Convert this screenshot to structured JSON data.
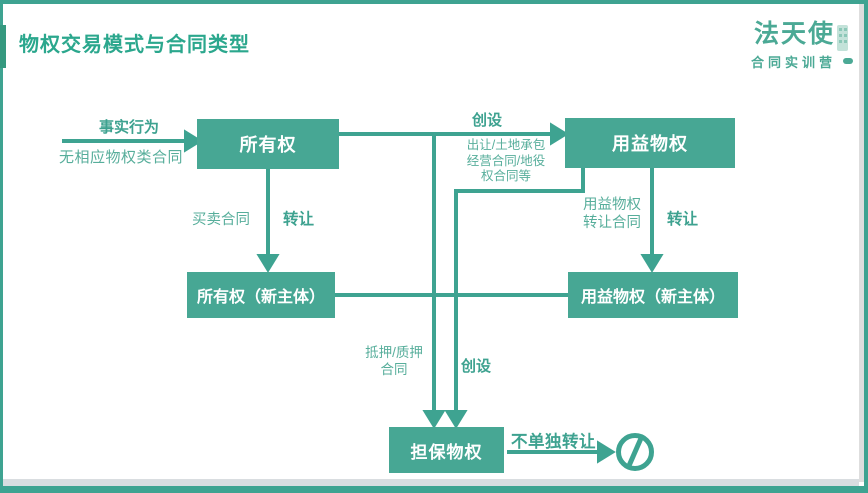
{
  "header": {
    "title": "物权交易模式与合同类型",
    "brand_name": "法天使",
    "brand_subtitle": "合同实训营"
  },
  "colors": {
    "accent": "#3EA391",
    "node_fill": "#47A794",
    "label_light": "#57AE9B",
    "frame_shadow": "#D9DDE0"
  },
  "diagram": {
    "nodes": {
      "ownership": "所有权",
      "usufruct": "用益物权",
      "ownership_new": "所有权（新主体）",
      "usufruct_new": "用益物权（新主体）",
      "security": "担保物权"
    },
    "labels": {
      "fact_act": "事实行为",
      "no_property_contract": "无相应物权类合同",
      "create_top": "创设",
      "grant_contracts": "出让/土地承包\n经营合同/地役\n权合同等",
      "sale_contract": "买卖合同",
      "transfer_ownership": "转让",
      "usufruct_transfer_contract": "用益物权\n转让合同",
      "transfer_usufruct": "转让",
      "mortgage_pledge_contract": "抵押/质押\n合同",
      "create_bottom": "创设",
      "no_separate_transfer": "不单独转让"
    },
    "icons": {
      "prohibition": "prohibition-icon"
    }
  }
}
